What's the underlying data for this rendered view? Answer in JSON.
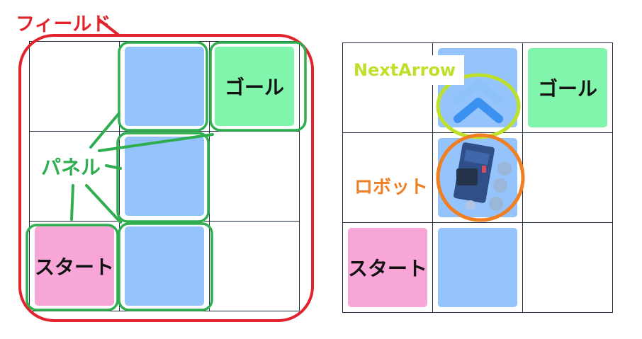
{
  "left_field": {
    "label": "フィールド",
    "panel_label": "パネル",
    "goal_label": "ゴール",
    "start_label": "スタート"
  },
  "right_field": {
    "next_arrow_label": "NextArrow",
    "robot_label": "ロボット",
    "goal_label": "ゴール",
    "start_label": "スタート"
  },
  "colors": {
    "panel": "#94c4fb",
    "goal": "#81f5ac",
    "start": "#f8a5d7",
    "field_outline": "#e0232d",
    "panel_outline": "#2eae4f",
    "next_arrow_outline": "#bfe02b",
    "robot_outline": "#f07f24"
  }
}
